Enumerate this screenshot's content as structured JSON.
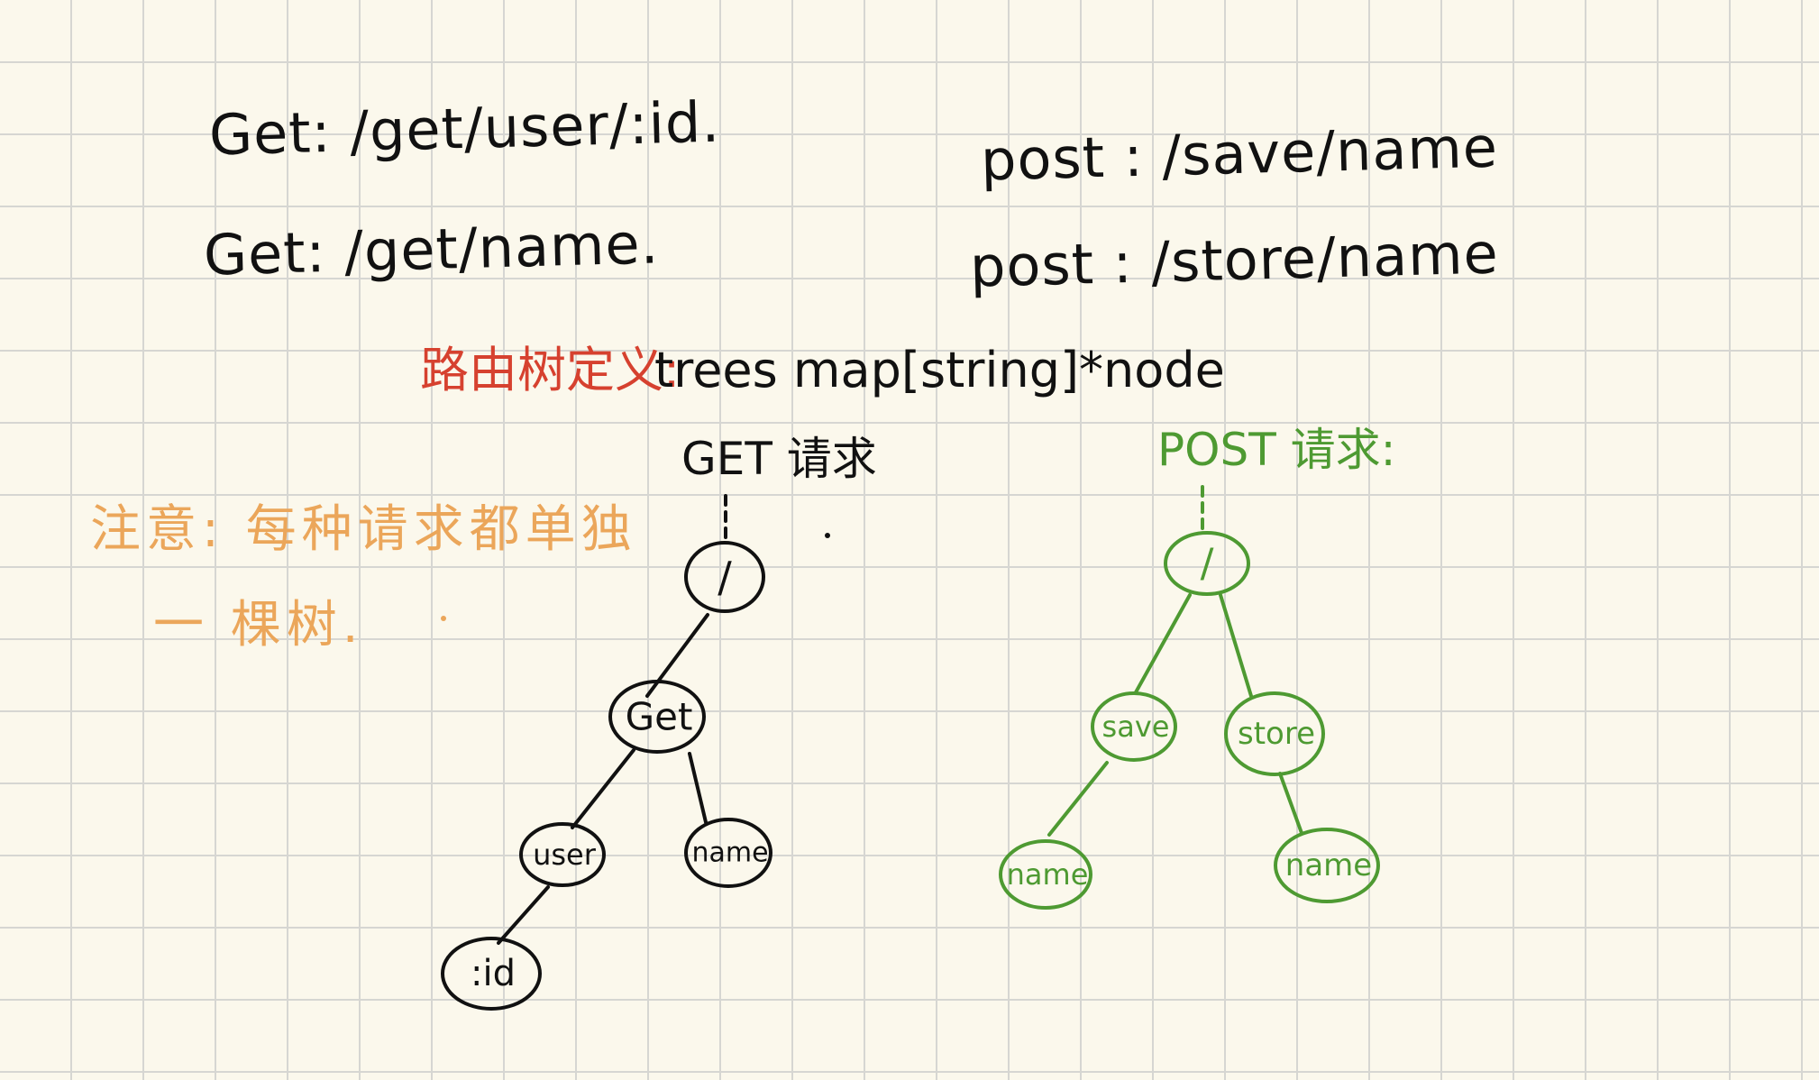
{
  "routes": {
    "get_1": "Get: /get/user/:id.",
    "get_2": "Get: /get/name.",
    "post_1": "post : /save/name",
    "post_2": "post : /store/name"
  },
  "definition": {
    "label": "路由树定义:",
    "code": "trees  map[string]*node"
  },
  "note": {
    "line_1": "注意: 每种请求都单独",
    "line_2": "一 棵树."
  },
  "get_tree": {
    "header": "GET 请求",
    "ink_color": "#111111",
    "nodes": {
      "root": "/",
      "get": "Get",
      "user": "user",
      "name": "name",
      "id": ":id"
    }
  },
  "post_tree": {
    "header": "POST 请求:",
    "ink_color": "#4e9a32",
    "nodes": {
      "root": "/",
      "save": "save",
      "store": "store",
      "save_name": "name",
      "store_name": "name"
    }
  },
  "colors": {
    "paper": "#fbf8ec",
    "grid": "#d6d6d2",
    "definition_label": "#d6412f",
    "note": "#eba65a"
  }
}
